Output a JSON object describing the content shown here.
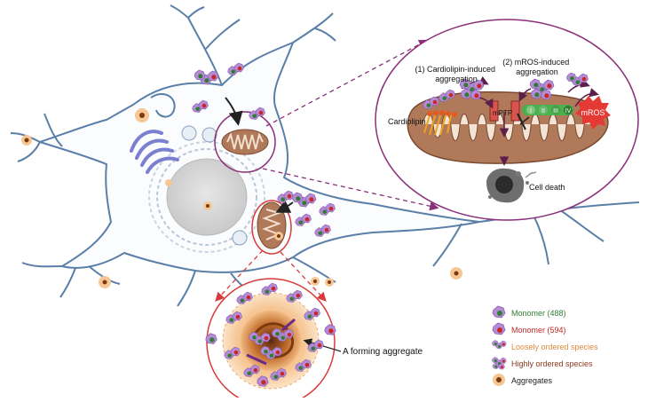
{
  "labels": {
    "cardiolipin_induced": [
      "(1) Cardiolipin-induced",
      "aggregation"
    ],
    "mros_induced": [
      "(2) mROS-induced",
      "aggregation"
    ],
    "cardiolipin": "Cardiolipin",
    "mptp": "mPTP",
    "mros": "mROS",
    "cell_death": "Cell death",
    "forming_aggregate": "A forming aggregate",
    "complexes": [
      "I",
      "II",
      "III",
      "IV"
    ]
  },
  "legend": [
    {
      "label": "Monomer (488)",
      "color": "#2e7d32",
      "icon": "monomer-488-icon"
    },
    {
      "label": "Monomer (594)",
      "color": "#c62828",
      "icon": "monomer-594-icon"
    },
    {
      "label": "Loosely ordered species",
      "color": "#e08a3c",
      "icon": "loose-species-icon"
    },
    {
      "label": "Highly ordered species",
      "color": "#8d3a1e",
      "icon": "ordered-species-icon"
    },
    {
      "label": "Aggregates",
      "color": "#222222",
      "icon": "aggregate-icon"
    }
  ],
  "colors": {
    "neuron_outline": "#5a7fa8",
    "mitochondrion": "#b07a5a",
    "zoom_circle": "#8b2f7a",
    "zoom_circle_bottom": "#d93a3a",
    "monomer_body": "#b68bd6"
  }
}
